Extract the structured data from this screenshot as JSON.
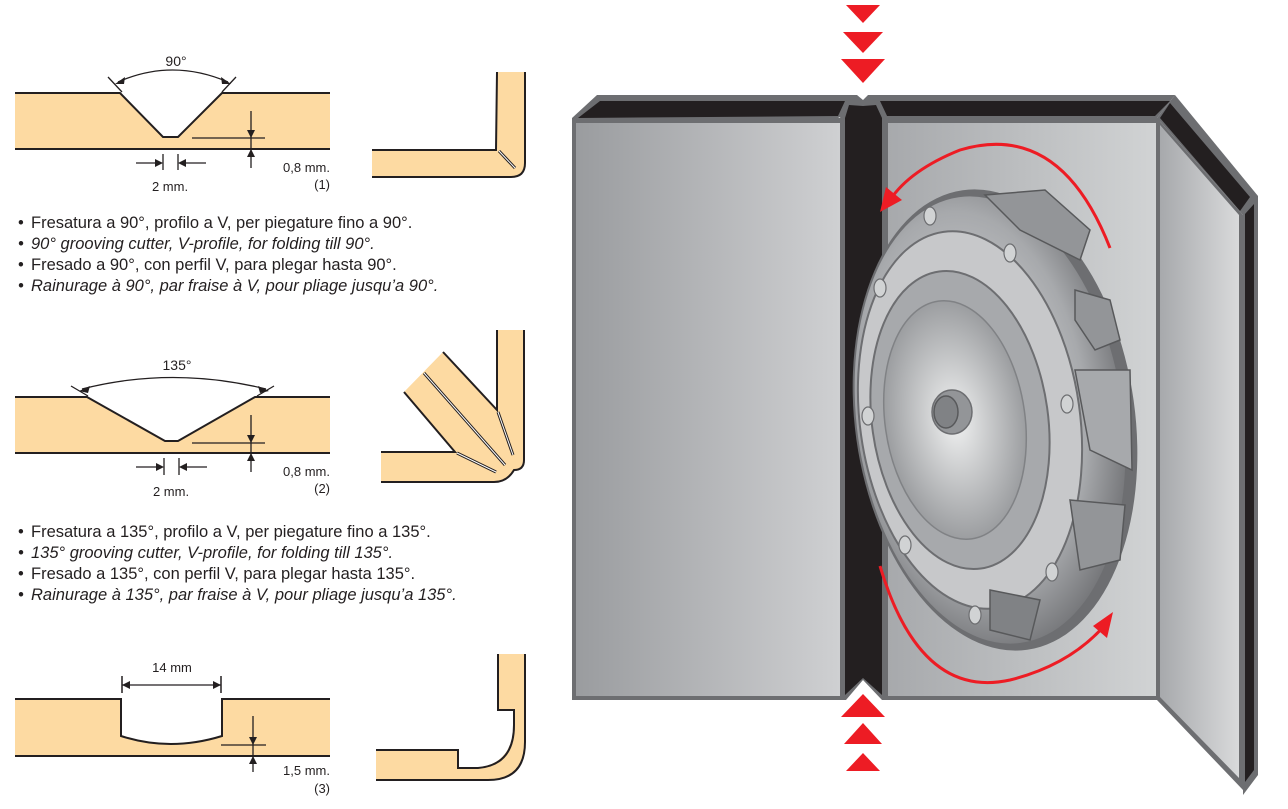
{
  "profiles": [
    {
      "id": "1",
      "angle_label": "90°",
      "width_label": "2 mm.",
      "depth_label": "0,8 mm.",
      "number_label": "(1)",
      "descriptions": [
        {
          "lang": "it",
          "text": "Fresatura a 90°, profilo a V, per piegature fino a 90°."
        },
        {
          "lang": "en",
          "text": "90° grooving cutter, V-profile, for folding till 90°."
        },
        {
          "lang": "es",
          "text": "Fresado a 90°, con perfil V, para plegar hasta 90°."
        },
        {
          "lang": "fr",
          "text": "Rainurage à 90°, par fraise à V, pour pliage jusqu’a 90°."
        }
      ]
    },
    {
      "id": "2",
      "angle_label": "135°",
      "width_label": "2 mm.",
      "depth_label": "0,8 mm.",
      "number_label": "(2)",
      "descriptions": [
        {
          "lang": "it",
          "text": "Fresatura a 135°, profilo a V, per piegature fino a 135°."
        },
        {
          "lang": "en",
          "text": "135° grooving cutter, V-profile, for folding till 135°."
        },
        {
          "lang": "es",
          "text": "Fresado a 135°, con perfil V, para plegar hasta 135°."
        },
        {
          "lang": "fr",
          "text": "Rainurage à 135°, par fraise à V, pour pliage jusqu’a 135°."
        }
      ]
    },
    {
      "id": "3",
      "width_label": "14 mm",
      "depth_label": "1,5 mm.",
      "number_label": "(3)"
    }
  ],
  "bullet_glyph": "•",
  "colors": {
    "panel_fill": "#fddaa2",
    "outline": "#231f20",
    "arrow_red": "#ed1c24",
    "board_edge": "#231f20",
    "board_frame": "#6d6e71",
    "board_face": "#bcbec0"
  }
}
